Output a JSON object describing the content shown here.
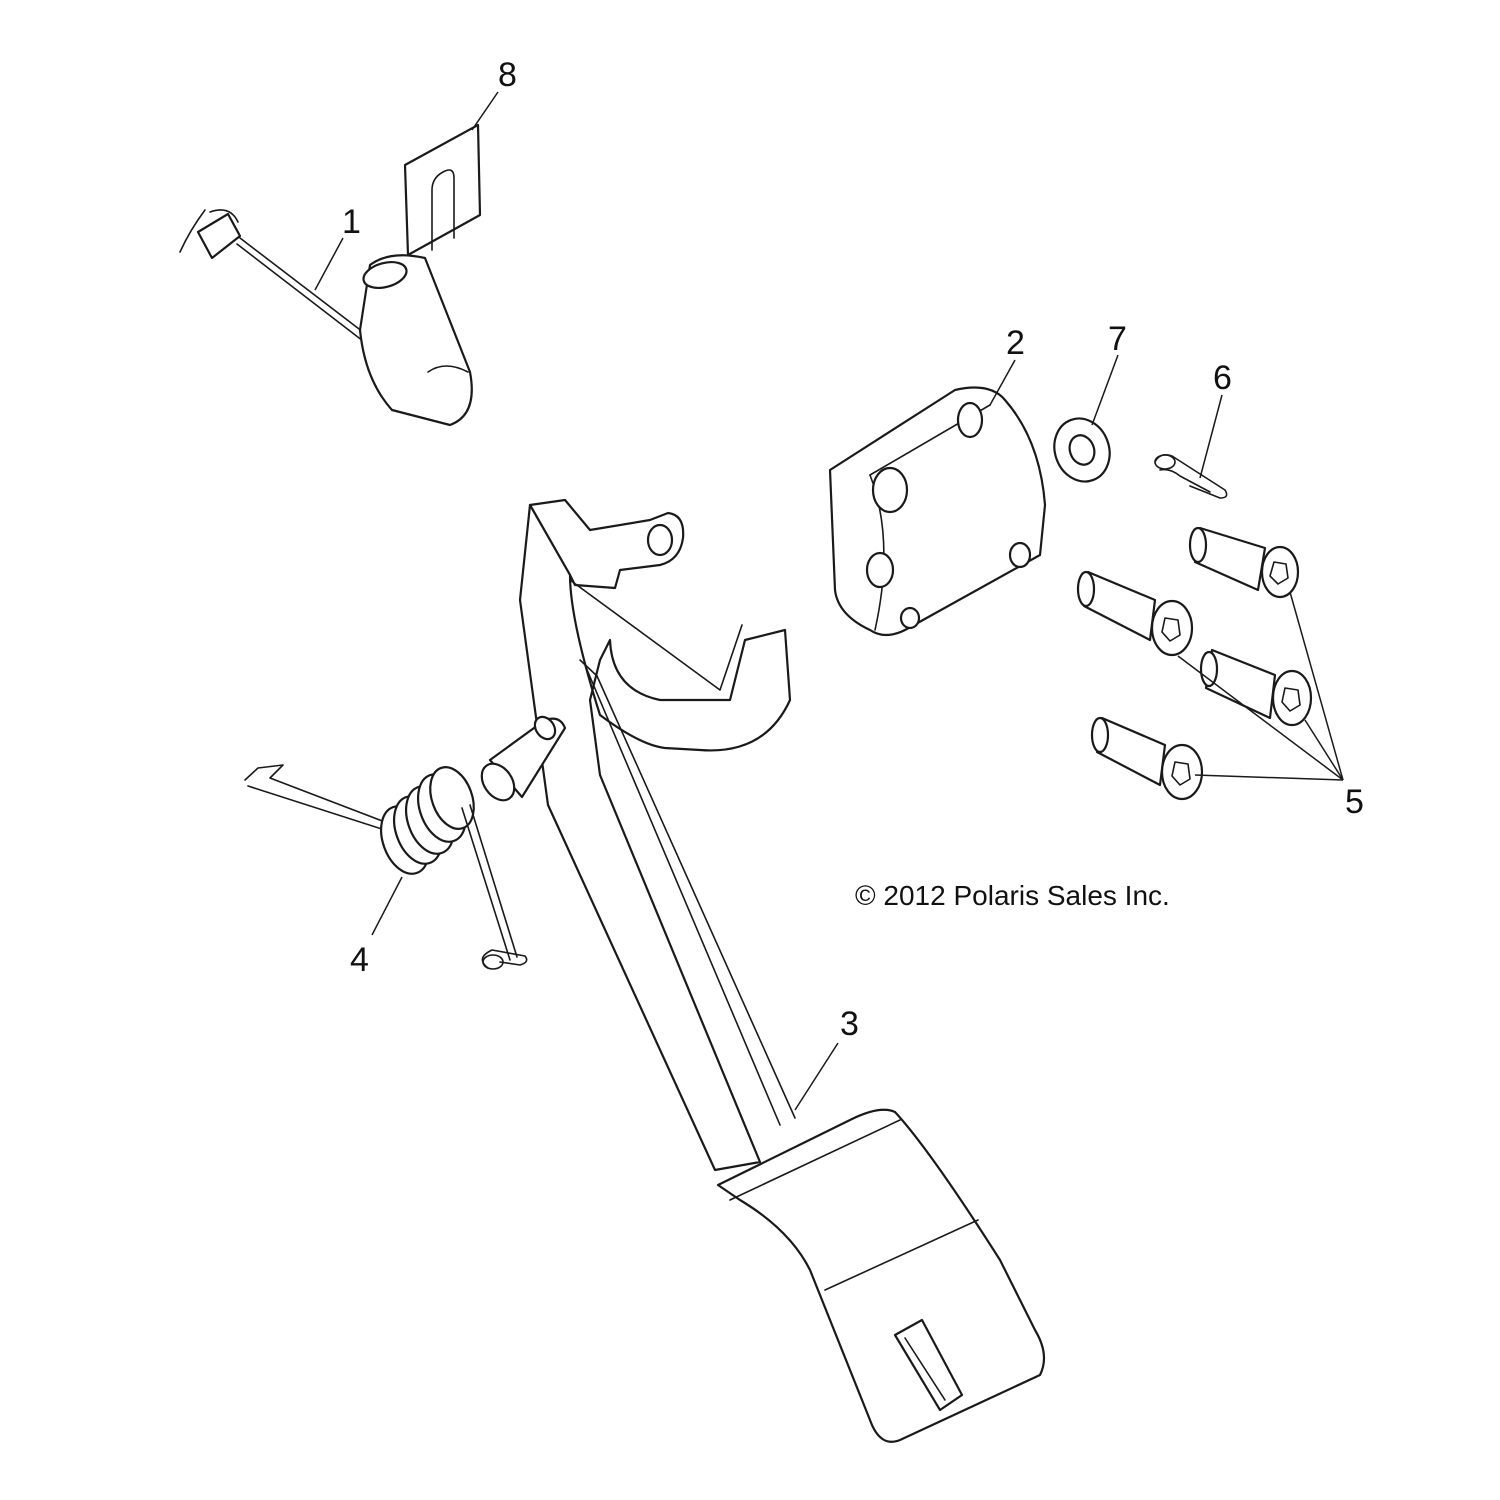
{
  "callouts": {
    "part_1": "1",
    "part_2": "2",
    "part_3": "3",
    "part_4": "4",
    "part_5": "5",
    "part_6": "6",
    "part_7": "7",
    "part_8": "8"
  },
  "copyright": "© 2012 Polaris Sales Inc.",
  "colors": {
    "line": "#1a1a1a",
    "background": "#ffffff"
  }
}
